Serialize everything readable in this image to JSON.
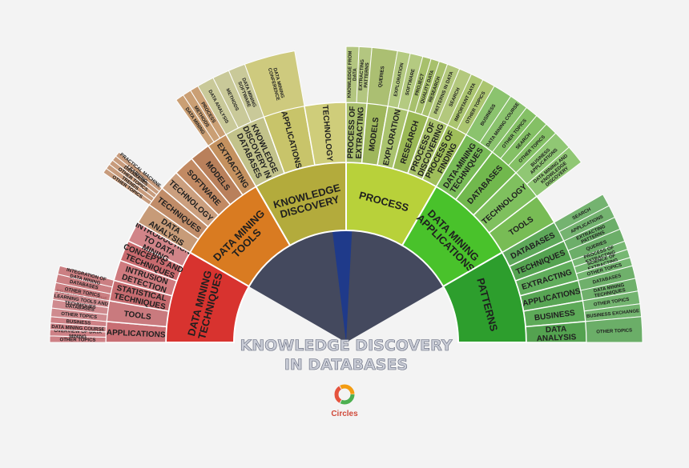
{
  "title": {
    "line1": "KNOWLEDGE DISCOVERY",
    "line2": "IN DATABASES"
  },
  "logo": {
    "text": "Circles"
  },
  "colors": {
    "background": "#f3f3f3",
    "center_fan": "#3a3f55",
    "center_fan_blue": "#1f3a8a",
    "title_text": "#c9ccd6",
    "logo_green": "#4caf50",
    "logo_red": "#e5533d",
    "logo_orange": "#f39c12"
  },
  "categories": [
    {
      "label": "DATA MINING TECHNIQUES",
      "color": "#d8332f",
      "subcategories": [
        {
          "label": "APPLICATIONS",
          "color": "#c86e73",
          "details": [
            "OTHER TOPICS",
            "OVERVIEW OF DATA MINING",
            "DATA MINING COURSE",
            "BUSINESS"
          ]
        },
        {
          "label": "TOOLS",
          "color": "#c97a7e",
          "details": [
            "OTHER TOPICS",
            "DATABASES",
            "PRACTICAL MACHINE LEARNING TOOLS AND TECHNIQUES"
          ]
        },
        {
          "label": "STATISTICAL TECHNIQUES",
          "color": "#c56b6f",
          "details": [
            "OTHER TOPICS",
            "DATABASES",
            "INTEGRATION OF DATA MINING"
          ]
        },
        {
          "label": "INTRUSION DETECTION",
          "color": "#cf7b7f",
          "details": []
        },
        {
          "label": "CONCEPTS AND TECHNIQUES",
          "color": "#c86a6e",
          "details": []
        },
        {
          "label": "INTRODUCTION TO DATA MINING",
          "color": "#d18488",
          "details": []
        }
      ]
    },
    {
      "label": "DATA MINING TOOLS",
      "color": "#d97b21",
      "subcategories": [
        {
          "label": "DATA ANALYSIS",
          "color": "#c79b78",
          "details": []
        },
        {
          "label": "TECHNIQUES",
          "color": "#c08c68",
          "details": [
            "OTHER TOPICS",
            "TRENDS",
            "OTHER TOPICS",
            "DATABASES",
            "PRACTICAL MACHINE LEARNING"
          ]
        },
        {
          "label": "TECHNOLOGY",
          "color": "#cb9f7e",
          "details": []
        },
        {
          "label": "SOFTWARE",
          "color": "#c28a63",
          "details": []
        },
        {
          "label": "MODELS",
          "color": "#b9805b",
          "details": []
        },
        {
          "label": "EXTRACTING",
          "color": "#c4915f",
          "details": [
            "DATA MINING",
            "METHODS",
            "PROCESS"
          ]
        }
      ]
    },
    {
      "label": "KNOWLEDGE DISCOVERY",
      "color": "#b3ab3c",
      "subcategories": [
        {
          "label": "KNOWLEDGE DISCOVERY IN DATABASES",
          "color": "#c2c28a",
          "details": [
            "DATA ANALYSIS",
            "METHODS",
            "DATA MINING SOFTWARE"
          ]
        },
        {
          "label": "APPLICATIONS",
          "color": "#c8c46a",
          "details": [
            "DATA MINING CONFERENCE"
          ]
        },
        {
          "label": "TECHNOLOGY",
          "color": "#cfcd7a",
          "details": []
        }
      ]
    },
    {
      "label": "PROCESS",
      "color": "#b8d13a",
      "subcategories": [
        {
          "label": "PROCESS OF EXTRACTING",
          "color": "#a9bf6d",
          "details": [
            "KNOWLEDGE FROM DATA",
            "EXTRACTING PATTERNS"
          ]
        },
        {
          "label": "MODELS",
          "color": "#9fb75c",
          "details": [
            "QUERIES"
          ]
        },
        {
          "label": "EXPLORATION",
          "color": "#aac36e",
          "details": [
            "EXPLORATION",
            "SOFTWARE"
          ]
        },
        {
          "label": "RESEARCH",
          "color": "#9ab855",
          "details": [
            "PROJECT",
            "QUALITY DATA",
            "RESEARCH"
          ]
        },
        {
          "label": "PROCESS OF DISCOVERING",
          "color": "#a8c169",
          "details": [
            "PATTERNS IN DATA",
            "SEARCH"
          ]
        },
        {
          "label": "PROCESS OF FINDING",
          "color": "#9fbe5a",
          "details": [
            "IMPORTANT DATA",
            "OTHER TOPICS"
          ]
        }
      ]
    },
    {
      "label": "DATA MINING APPLICATIONS",
      "color": "#49c22b",
      "subcategories": [
        {
          "label": "DATA-MINING TECHNIQUES",
          "color": "#79bb57",
          "details": [
            "BUSINESS",
            "DATA MINING COURSE"
          ]
        },
        {
          "label": "DATABASES",
          "color": "#71b84d",
          "details": [
            "OTHER TOPICS",
            "SEARCH",
            "OTHER TOPICS"
          ]
        },
        {
          "label": "TECHNOLOGY",
          "color": "#7fc05e",
          "details": [
            "BUSINESS APPLICATIONS",
            "DATA MINING AND KNOWLEDGE DISCOVERY"
          ]
        },
        {
          "label": "TOOLS",
          "color": "#78bc55",
          "details": []
        }
      ]
    },
    {
      "label": "PATTERNS",
      "color": "#2d9e2d",
      "subcategories": [
        {
          "label": "DATABASES",
          "color": "#5ea85a",
          "details": [
            "SEARCH",
            "APPLICATIONS"
          ]
        },
        {
          "label": "TECHNIQUES",
          "color": "#55a351",
          "details": [
            "EXTRACTING PATTERNS",
            "QUERIES"
          ]
        },
        {
          "label": "EXTRACTING",
          "color": "#61ad5c",
          "details": [
            "PROCESS OF EXTRACTING",
            "SCIENCE OF EXTRACTING",
            "OTHER TOPICS"
          ]
        },
        {
          "label": "APPLICATIONS",
          "color": "#58a554",
          "details": [
            "DATABASES",
            "DATA MINING TECHNIQUES"
          ]
        },
        {
          "label": "BUSINESS",
          "color": "#5daa58",
          "details": [
            "OTHER TOPICS",
            "BUSINESS EXCHANGE"
          ]
        },
        {
          "label": "DATA ANALYSIS",
          "color": "#54a250",
          "details": [
            "OTHER TOPICS"
          ]
        }
      ]
    }
  ]
}
